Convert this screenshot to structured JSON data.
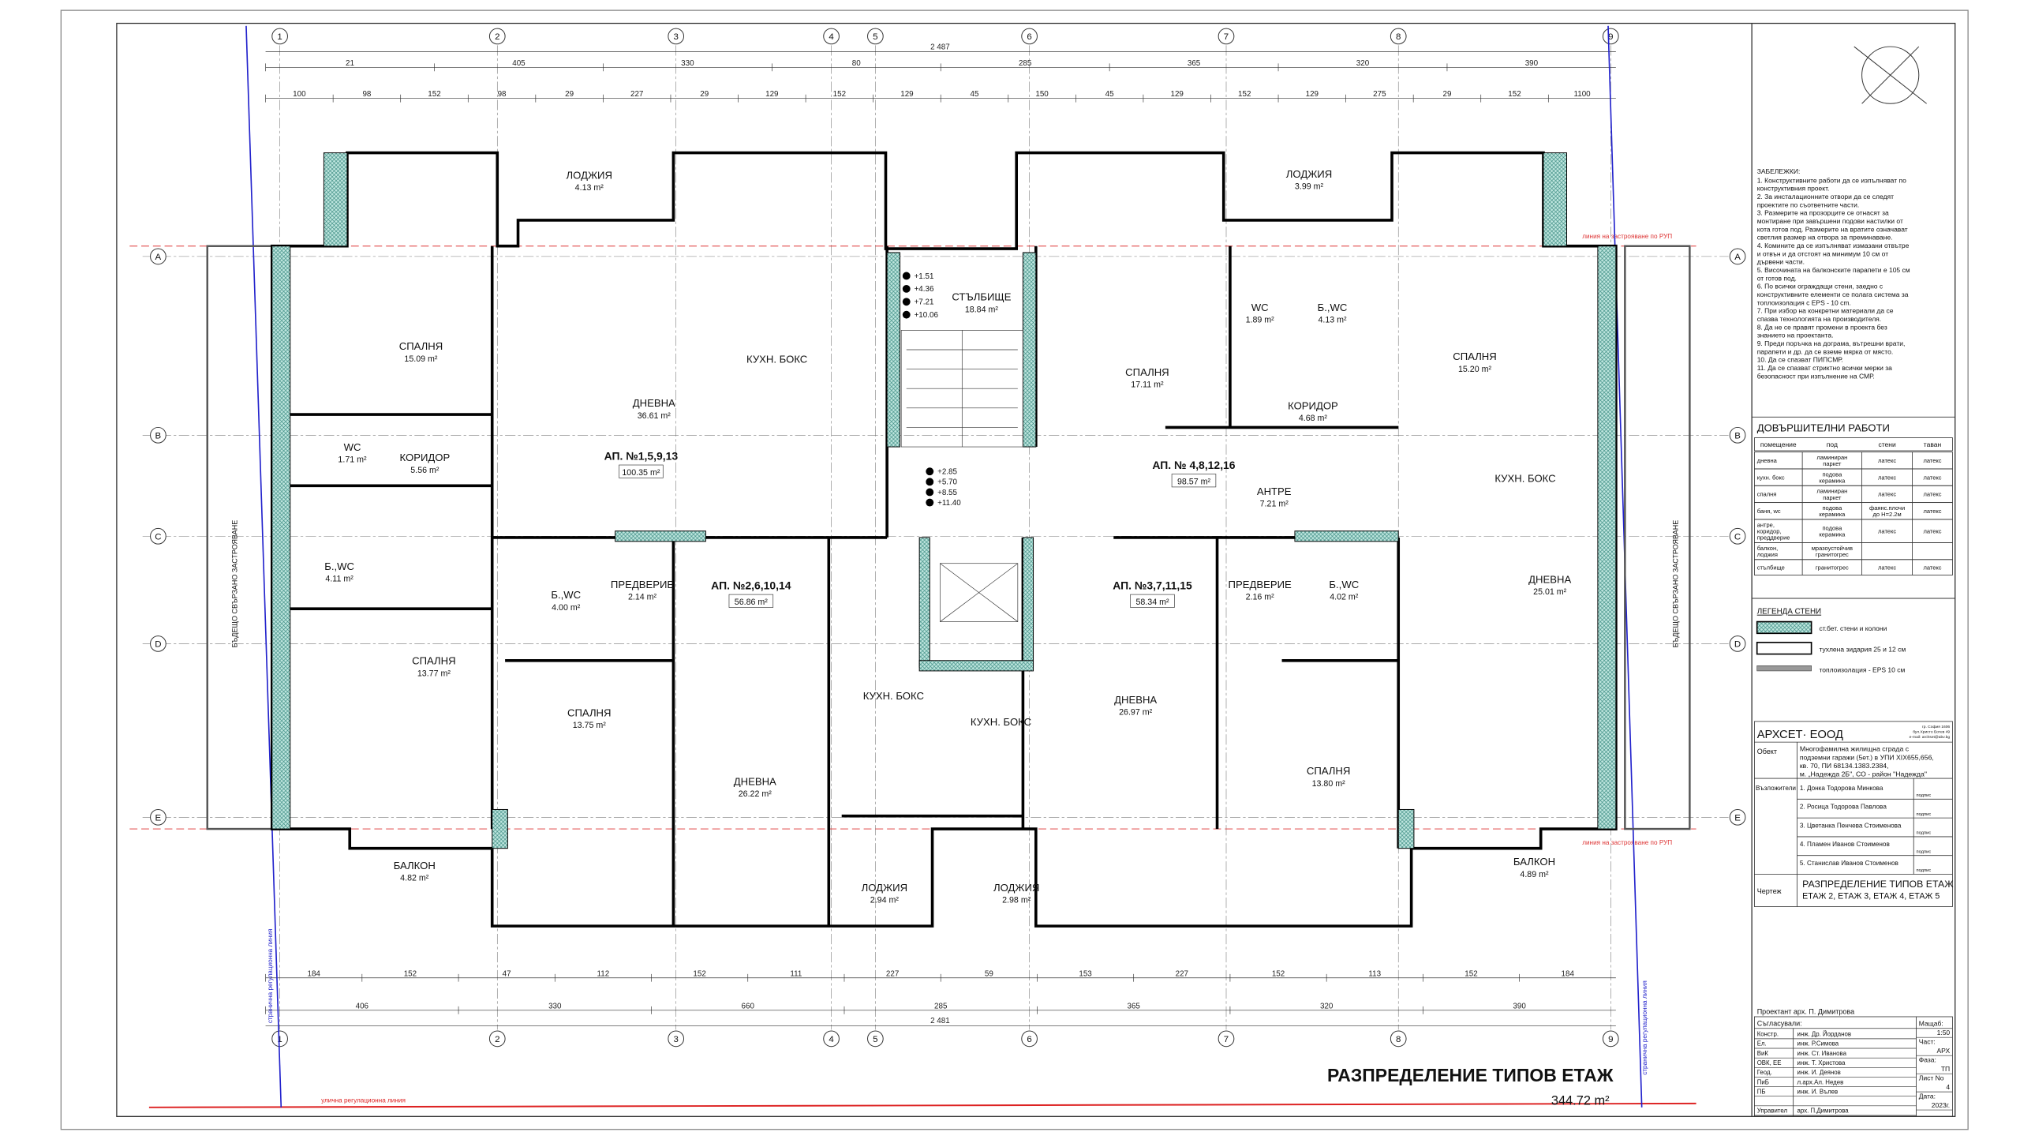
{
  "drawing": {
    "title": "РАЗПРЕДЕЛЕНИЕ ТИПОВ ЕТАЖ",
    "total_area": "344.72 m²",
    "grid_columns": [
      "1",
      "2",
      "3",
      "4",
      "5",
      "6",
      "7",
      "8",
      "9"
    ],
    "grid_rows": [
      "A",
      "B",
      "C",
      "D",
      "E"
    ],
    "top_total": "2 487",
    "bottom_total": "2 481",
    "top_dims": [
      "21",
      "405",
      "330",
      "80",
      "285",
      "365",
      "320",
      "390"
    ],
    "top_dims2": [
      "100",
      "98",
      "152",
      "98",
      "29",
      "227",
      "29",
      "129",
      "152",
      "129",
      "45",
      "150",
      "45",
      "129",
      "152",
      "129",
      "275",
      "29",
      "152",
      "1100"
    ],
    "bottom_dims": [
      "184",
      "152",
      "47",
      "112",
      "152",
      "111",
      "227",
      "59",
      "153",
      "227",
      "152",
      "113",
      "152",
      "184"
    ],
    "bottom_dims2": [
      "406",
      "330",
      "660",
      "285",
      "365",
      "320",
      "390"
    ],
    "side_left": "БЪДЕЩО СВЪРЗАНО ЗАСТРОЯВАНЕ",
    "side_right": "БЪДЕЩО СВЪРЗАНО ЗАСТРОЯВАНЕ",
    "build_line": "линия на застрояване по РУП",
    "street_line": "улична регулационна линия",
    "side_reg_line": "странична регулационна линия",
    "apartments": [
      {
        "name": "АП. №1,5,9,13",
        "area": "100.35 m²"
      },
      {
        "name": "АП. №2,6,10,14",
        "area": "56.86 m²"
      },
      {
        "name": "АП. №3,7,11,15",
        "area": "58.34 m²"
      },
      {
        "name": "АП. № 4,8,12,16",
        "area": "98.57 m²"
      }
    ],
    "rooms": [
      {
        "name": "ЛОДЖИЯ",
        "area": "4.13 m²"
      },
      {
        "name": "СПАЛНЯ",
        "area": "15.09 m²"
      },
      {
        "name": "ДНЕВНА",
        "area": "36.61 m²"
      },
      {
        "name": "КУХН. БОКС",
        "area": ""
      },
      {
        "name": "WC",
        "area": "1.71 m²"
      },
      {
        "name": "КОРИДОР",
        "area": "5.56 m²"
      },
      {
        "name": "Б.,WC",
        "area": "4.11 m²"
      },
      {
        "name": "СПАЛНЯ",
        "area": "13.77 m²"
      },
      {
        "name": "БАЛКОН",
        "area": "4.82 m²"
      },
      {
        "name": "Б.,WC",
        "area": "4.00 m²"
      },
      {
        "name": "ПРЕДВЕРИЕ",
        "area": "2.14 m²"
      },
      {
        "name": "СПАЛНЯ",
        "area": "13.75 m²"
      },
      {
        "name": "ДНЕВНА",
        "area": "26.22 m²"
      },
      {
        "name": "КУХН. БОКС",
        "area": ""
      },
      {
        "name": "ЛОДЖИЯ",
        "area": "2.94 m²"
      },
      {
        "name": "СТЪЛБИЩЕ",
        "area": "18.84 m²"
      },
      {
        "name": "КУХН. БОКС",
        "area": ""
      },
      {
        "name": "ЛОДЖИЯ",
        "area": "2.98 m²"
      },
      {
        "name": "ДНЕВНА",
        "area": "26.97 m²"
      },
      {
        "name": "ПРЕДВЕРИЕ",
        "area": "2.16 m²"
      },
      {
        "name": "Б.,WC",
        "area": "4.02 m²"
      },
      {
        "name": "СПАЛНЯ",
        "area": "13.80 m²"
      },
      {
        "name": "ЛОДЖИЯ",
        "area": "3.99 m²"
      },
      {
        "name": "СПАЛНЯ",
        "area": "17.11 m²"
      },
      {
        "name": "WC",
        "area": "1.89 m²"
      },
      {
        "name": "Б.,WC",
        "area": "4.13 m²"
      },
      {
        "name": "КОРИДОР",
        "area": "4.68 m²"
      },
      {
        "name": "АНТРЕ",
        "area": "7.21 m²"
      },
      {
        "name": "СПАЛНЯ",
        "area": "15.20 m²"
      },
      {
        "name": "КУХН. БОКС",
        "area": ""
      },
      {
        "name": "ДНЕВНА",
        "area": "25.01 m²"
      },
      {
        "name": "БАЛКОН",
        "area": "4.89 m²"
      }
    ],
    "stair_levels_top": [
      "+1.51",
      "+4.36",
      "+7.21",
      "+10.06"
    ],
    "stair_levels_bottom": [
      "+2.85",
      "+5.70",
      "+8.55",
      "+11.40"
    ]
  },
  "notes": {
    "heading": "ЗАБЕЛЕЖКИ:",
    "items": [
      "1. Конструктивните работи да се изпълняват по конструктивния проект.",
      "2. За инсталационните отвори да се следят проектите по съответните части.",
      "3. Размерите на прозорците се отнасят за монтиране при завършени подови настилки от кота готов под. Размерите на вратите означават светлия размер на отвора за преминаване.",
      "4. Комините да се изпълняват измазани отвътре и отвън и да отстоят на минимум 10 см от дървени части.",
      "5. Височината на балконските парапети е 105 см от готов под.",
      "6. По всички ограждащи стени, заедно с конструктивните елементи се полага система за топлоизолация с EPS - 10 cm.",
      "7. При избор на конкретни материали да се спазва технологията на производителя.",
      "8. Да не се правят промени в проекта без знанието на проектанта.",
      "9. Преди поръчка на дограма, вътрешни врати, парапети и др. да се вземе мярка от място.",
      "10. Да се спазват ПИПСМР.",
      "11. Да се спазват стриктно всички мерки за безопасност при изпълнение на СМР."
    ]
  },
  "finishes": {
    "title": "ДОВЪРШИТЕЛНИ РАБОТИ",
    "headers": [
      "помещение",
      "под",
      "стени",
      "таван"
    ],
    "rows": [
      [
        "дневна",
        "ламиниран паркет",
        "латекс",
        "латекс"
      ],
      [
        "кухн. бокс",
        "подова керамика",
        "латекс",
        "латекс"
      ],
      [
        "спалня",
        "ламиниран паркет",
        "латекс",
        "латекс"
      ],
      [
        "баня, wc",
        "подова керамика",
        "фаянс.плочи до H=2.2м",
        "латекс"
      ],
      [
        "антре, коридор, преддверие",
        "подова керамика",
        "латекс",
        "латекс"
      ],
      [
        "балкон, лоджия",
        "мразоустойчив гранитогрес",
        "",
        ""
      ],
      [
        "стълбище",
        "гранитогрес",
        "латекс",
        "латекс"
      ]
    ]
  },
  "legend": {
    "title": "ЛЕГЕНДА СТЕНИ",
    "items": [
      "ст.бет. стени и колони",
      "тухлена зидария 25 и 12 см",
      "топлоизолация - EPS 10 см"
    ]
  },
  "titleblock": {
    "company": "АРХСЕТ· ЕООД",
    "address1": "гр. София 1606",
    "address2": "бул.Христо Ботев 49",
    "email": "e-mail: archset@abv.bg",
    "object_label": "Обект",
    "object_text": [
      "Многофамилна жилищна сграда с",
      "подземни гаражи (5ет.) в УПИ XIX655,656,",
      "кв. 70, ПИ 68134.1383.2384,",
      "м. „Надежда 2Б\", СО - район \"Надежда\""
    ],
    "clients_label": "Възложители",
    "clients": [
      "1. Донка Тодорова Минкова",
      "2. Росица Тодорова Павлова",
      "3. Цветанка Пенчева Стоименова",
      "4. Пламен Иванов Стоименов",
      "5. Станислав Иванов Стоименов"
    ],
    "sign": "подпис",
    "drawing_label": "Чертеж",
    "drawing_title": "РАЗПРЕДЕЛЕНИЕ ТИПОВ ЕТАЖ",
    "drawing_sub": "ЕТАЖ 2, ЕТАЖ 3, ЕТАЖ 4, ЕТАЖ 5",
    "designer": "Проектант  арх. П. Димитрова",
    "agreed": "Съгласували:",
    "agree_rows": [
      [
        "Констр.",
        "инж. Др. Йорданов"
      ],
      [
        "Ел.",
        "инж. Р.Симова"
      ],
      [
        "ВиК",
        "инж. Ст. Иванова"
      ],
      [
        "ОВК, ЕЕ",
        "инж. Т. Христова"
      ],
      [
        "Геод.",
        "инж. И. Деянов"
      ],
      [
        "ПиБ",
        "л.арх.Ал. Недев"
      ],
      [
        "ПБ",
        "инж. И. Вълев"
      ],
      [
        "",
        ""
      ],
      [
        "Управител",
        "арх. П.Димитрова"
      ]
    ],
    "meta": [
      [
        "Мащаб:",
        "1:50"
      ],
      [
        "Част:",
        "АРХ"
      ],
      [
        "Фаза:",
        "ТП"
      ],
      [
        "Лист No",
        "4"
      ],
      [
        "Дата:",
        "2023г."
      ]
    ]
  }
}
